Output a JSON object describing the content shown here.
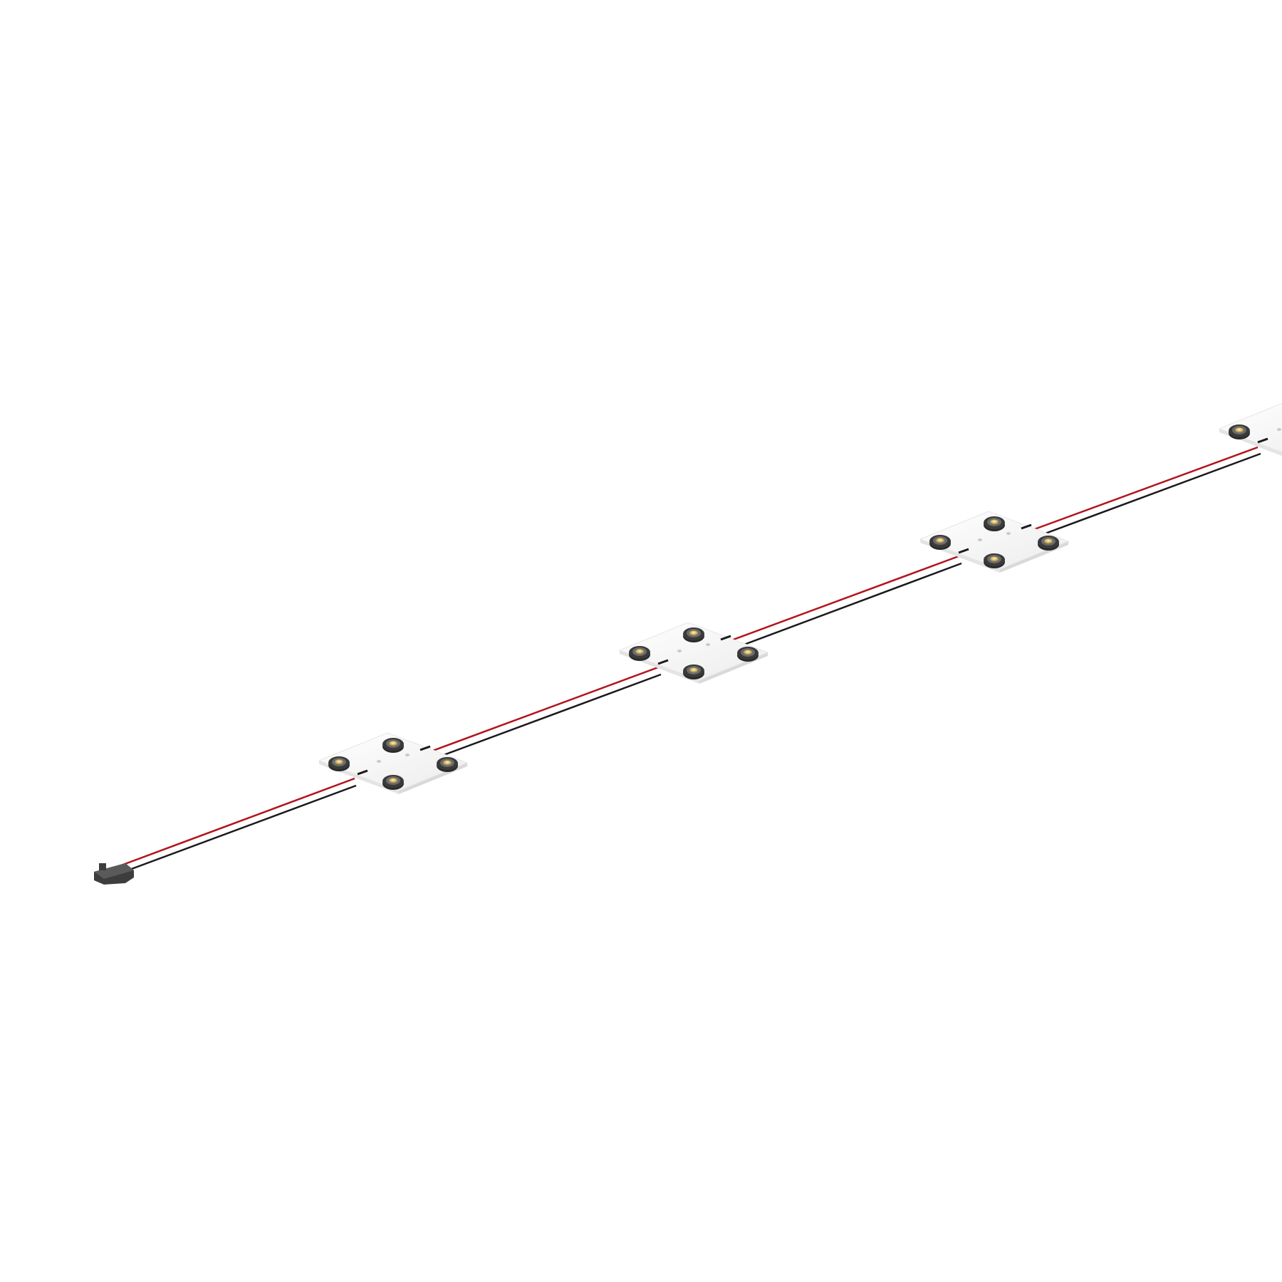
{
  "scene": {
    "background": "#ffffff",
    "subject": "led-module-string",
    "module_count_visible": 4,
    "leds_per_module": 4,
    "colors": {
      "wire_positive": "#b3141b",
      "wire_negative": "#1a1a1a",
      "board": "#f4f4f4",
      "board_edge": "#d9d9d9",
      "led_housing": "#3a3a3a",
      "led_chip": "#e2c36a",
      "connector": "#4a4a4a"
    },
    "icons": {
      "connector": "connector-plug-icon",
      "module": "led-module-icon"
    }
  }
}
